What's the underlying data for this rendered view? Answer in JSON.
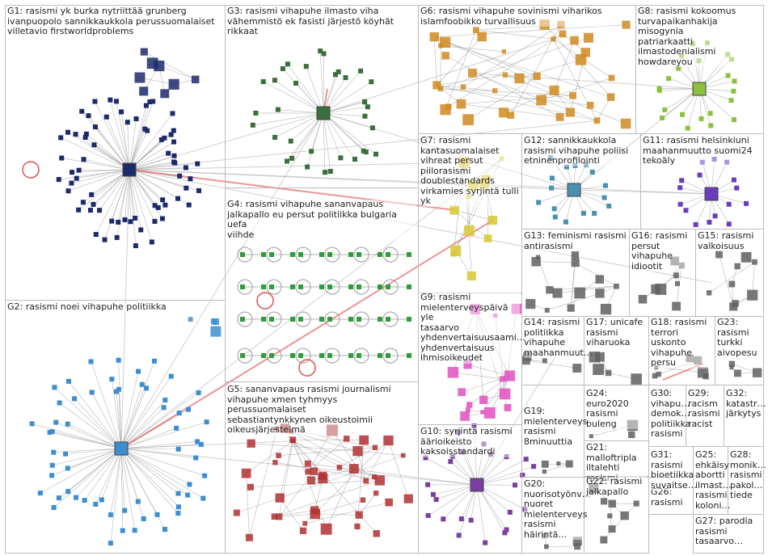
{
  "groups": [
    {
      "id": "G1",
      "label": "G1: rasismi yk burka nytriittää grunberg\nivanpuopolo sannikkaukkola perussuomalaiset\nvilletavio firstworldproblems"
    },
    {
      "id": "G2",
      "label": "G2: rasismi noei vihapuhe politiikka"
    },
    {
      "id": "G3",
      "label": "G3: rasismi vihapuhe ilmasto viha\nvähemmistö ek fasisti järjestö köyhät rikkaat"
    },
    {
      "id": "G4",
      "label": "G4: rasismi vihapuhe sananvapaus\njalkapallo eu persut politiikka bulgaria uefa\nviihde"
    },
    {
      "id": "G5",
      "label": "G5: sananvapaus rasismi journalismi\nvihapuhe xmen tyhmyys perussuomalaiset\nsebastiantynkkynen oikeustoimii\noikeusjärjestelmä"
    },
    {
      "id": "G6",
      "label": "G6: rasismi vihapuhe sovinismi viharikos\nislamfoobikko turvallisuus"
    },
    {
      "id": "G7",
      "label": "G7: rasismi\nkantasuomalaiset\nvihreat persut\npiilorasismi\ndoublestandards\nvirkamies syrjintä tulli\nyk"
    },
    {
      "id": "G8",
      "label": "G8: rasismi kokoomus\nturvapaikanhakija misogynia\npatriarkaatti ilmastodenialismi\nhowdareyou"
    },
    {
      "id": "G9",
      "label": "G9: rasismi\nmielenterveyspäivä yle\ntasaarvo\nyhdenvertaisuusaami…\nyhdenvertaisuus\nihmisoikeudet"
    },
    {
      "id": "G10",
      "label": "G10: syrjintä rasismi\näärioikeisto\nkaksoisstandardi"
    },
    {
      "id": "G11",
      "label": "G11: rasismi helsinkiuni\nmaahanmuutto suomi24\ntekoäly"
    },
    {
      "id": "G12",
      "label": "G12: sannikkaukkola\nrasismi vihapuhe poliisi\netninenprofilointi"
    },
    {
      "id": "G13",
      "label": "G13: feminismi rasismi\nantirasismi"
    },
    {
      "id": "G14",
      "label": "G14: rasismi\npolitiikka\nvihapuhe\nmaahanmuut…"
    },
    {
      "id": "G15",
      "label": "G15: rasismi\nvalkoisuus"
    },
    {
      "id": "G16",
      "label": "G16: rasismi\npersut\nvihapuhe\nidiootit"
    },
    {
      "id": "G17",
      "label": "G17: unicafe\nrasismi\nviharuoka"
    },
    {
      "id": "G18",
      "label": "G18: rasismi\nterrori uskonto\nvihapuhe\npersu"
    },
    {
      "id": "G19",
      "label": "G19:\nmielenterveys\nrasismi\n8minuuttia"
    },
    {
      "id": "G20",
      "label": "G20:\nnuorisotyönv…\nnuoret\nmielenterveys\nrasismi\nhäirintä…"
    },
    {
      "id": "G21",
      "label": "G21:\nmalloftripla\niltalehti rasismi"
    },
    {
      "id": "G22",
      "label": "G22: rasismi\njalkapallo"
    },
    {
      "id": "G23",
      "label": "G23:\nrasismi\nturkki\naivopesu"
    },
    {
      "id": "G24",
      "label": "G24:\neuro2020\nrasismi buleng"
    },
    {
      "id": "G25",
      "label": "G25:\nehkäisy\nabortti\nilmast…\nrasismi\nkoloni…"
    },
    {
      "id": "G26",
      "label": "G26:\nrasismi"
    },
    {
      "id": "G27",
      "label": "G27: parodia\nrasismi\ntasaarvo…"
    },
    {
      "id": "G28",
      "label": "G28:\nmonik…\nrasismi\npakol…\ntiede"
    },
    {
      "id": "G29",
      "label": "G29:\nracism\nrasismi\nracist"
    },
    {
      "id": "G30",
      "label": "G30:\nvihapu…\ndemok…\npolitiikka\nrasismi"
    },
    {
      "id": "G31",
      "label": "G31:\nrasismi\nbioetiikka\nsuvaitse…"
    },
    {
      "id": "G32",
      "label": "G32:\nkatastr…\njärkytys"
    }
  ],
  "colors": {
    "box_border": "#bcbcbc",
    "edge": "#9a9a9a",
    "edge_highlight": "#e05050",
    "node_g1": "#1c2a6b",
    "node_g2": "#3d8ed0",
    "node_g3": "#3a6e3a",
    "node_g4": "#2e9e3a",
    "node_g5": "#b03030",
    "node_g6": "#d08a20",
    "node_g7": "#d8c830",
    "node_g8": "#8cc040",
    "node_g9": "#e050c0",
    "node_g10": "#7a3fa0",
    "node_g11": "#6a3dbf",
    "node_g12": "#4a90b0",
    "node_misc": "#606060"
  }
}
